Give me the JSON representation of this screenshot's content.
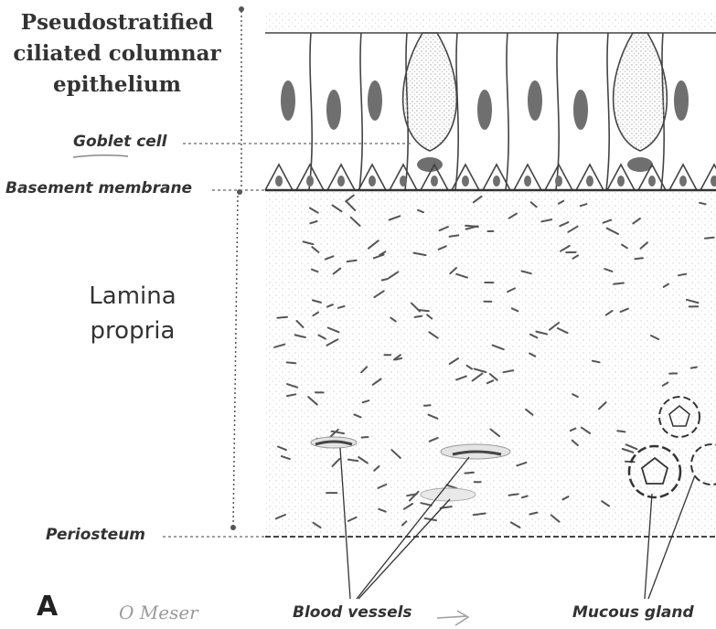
{
  "labels": {
    "epithelium": [
      "Pseudostratified",
      "ciliated columnar",
      "epithelium"
    ],
    "goblet_cell": "Goblet cell",
    "basement_membrane": "Basement membrane",
    "lamina_propria": [
      "Lamina",
      "propria"
    ],
    "periosteum": "Periosteum",
    "blood_vessels": "Blood vessels",
    "mucous_gland": "Mucous gland",
    "panel_letter": "A",
    "handwritten_note": "O Meser"
  },
  "colors": {
    "ink": "#333333",
    "nucleus": "#6f6f6f",
    "stipple": "#b8b8b8",
    "background": "#ffffff"
  }
}
